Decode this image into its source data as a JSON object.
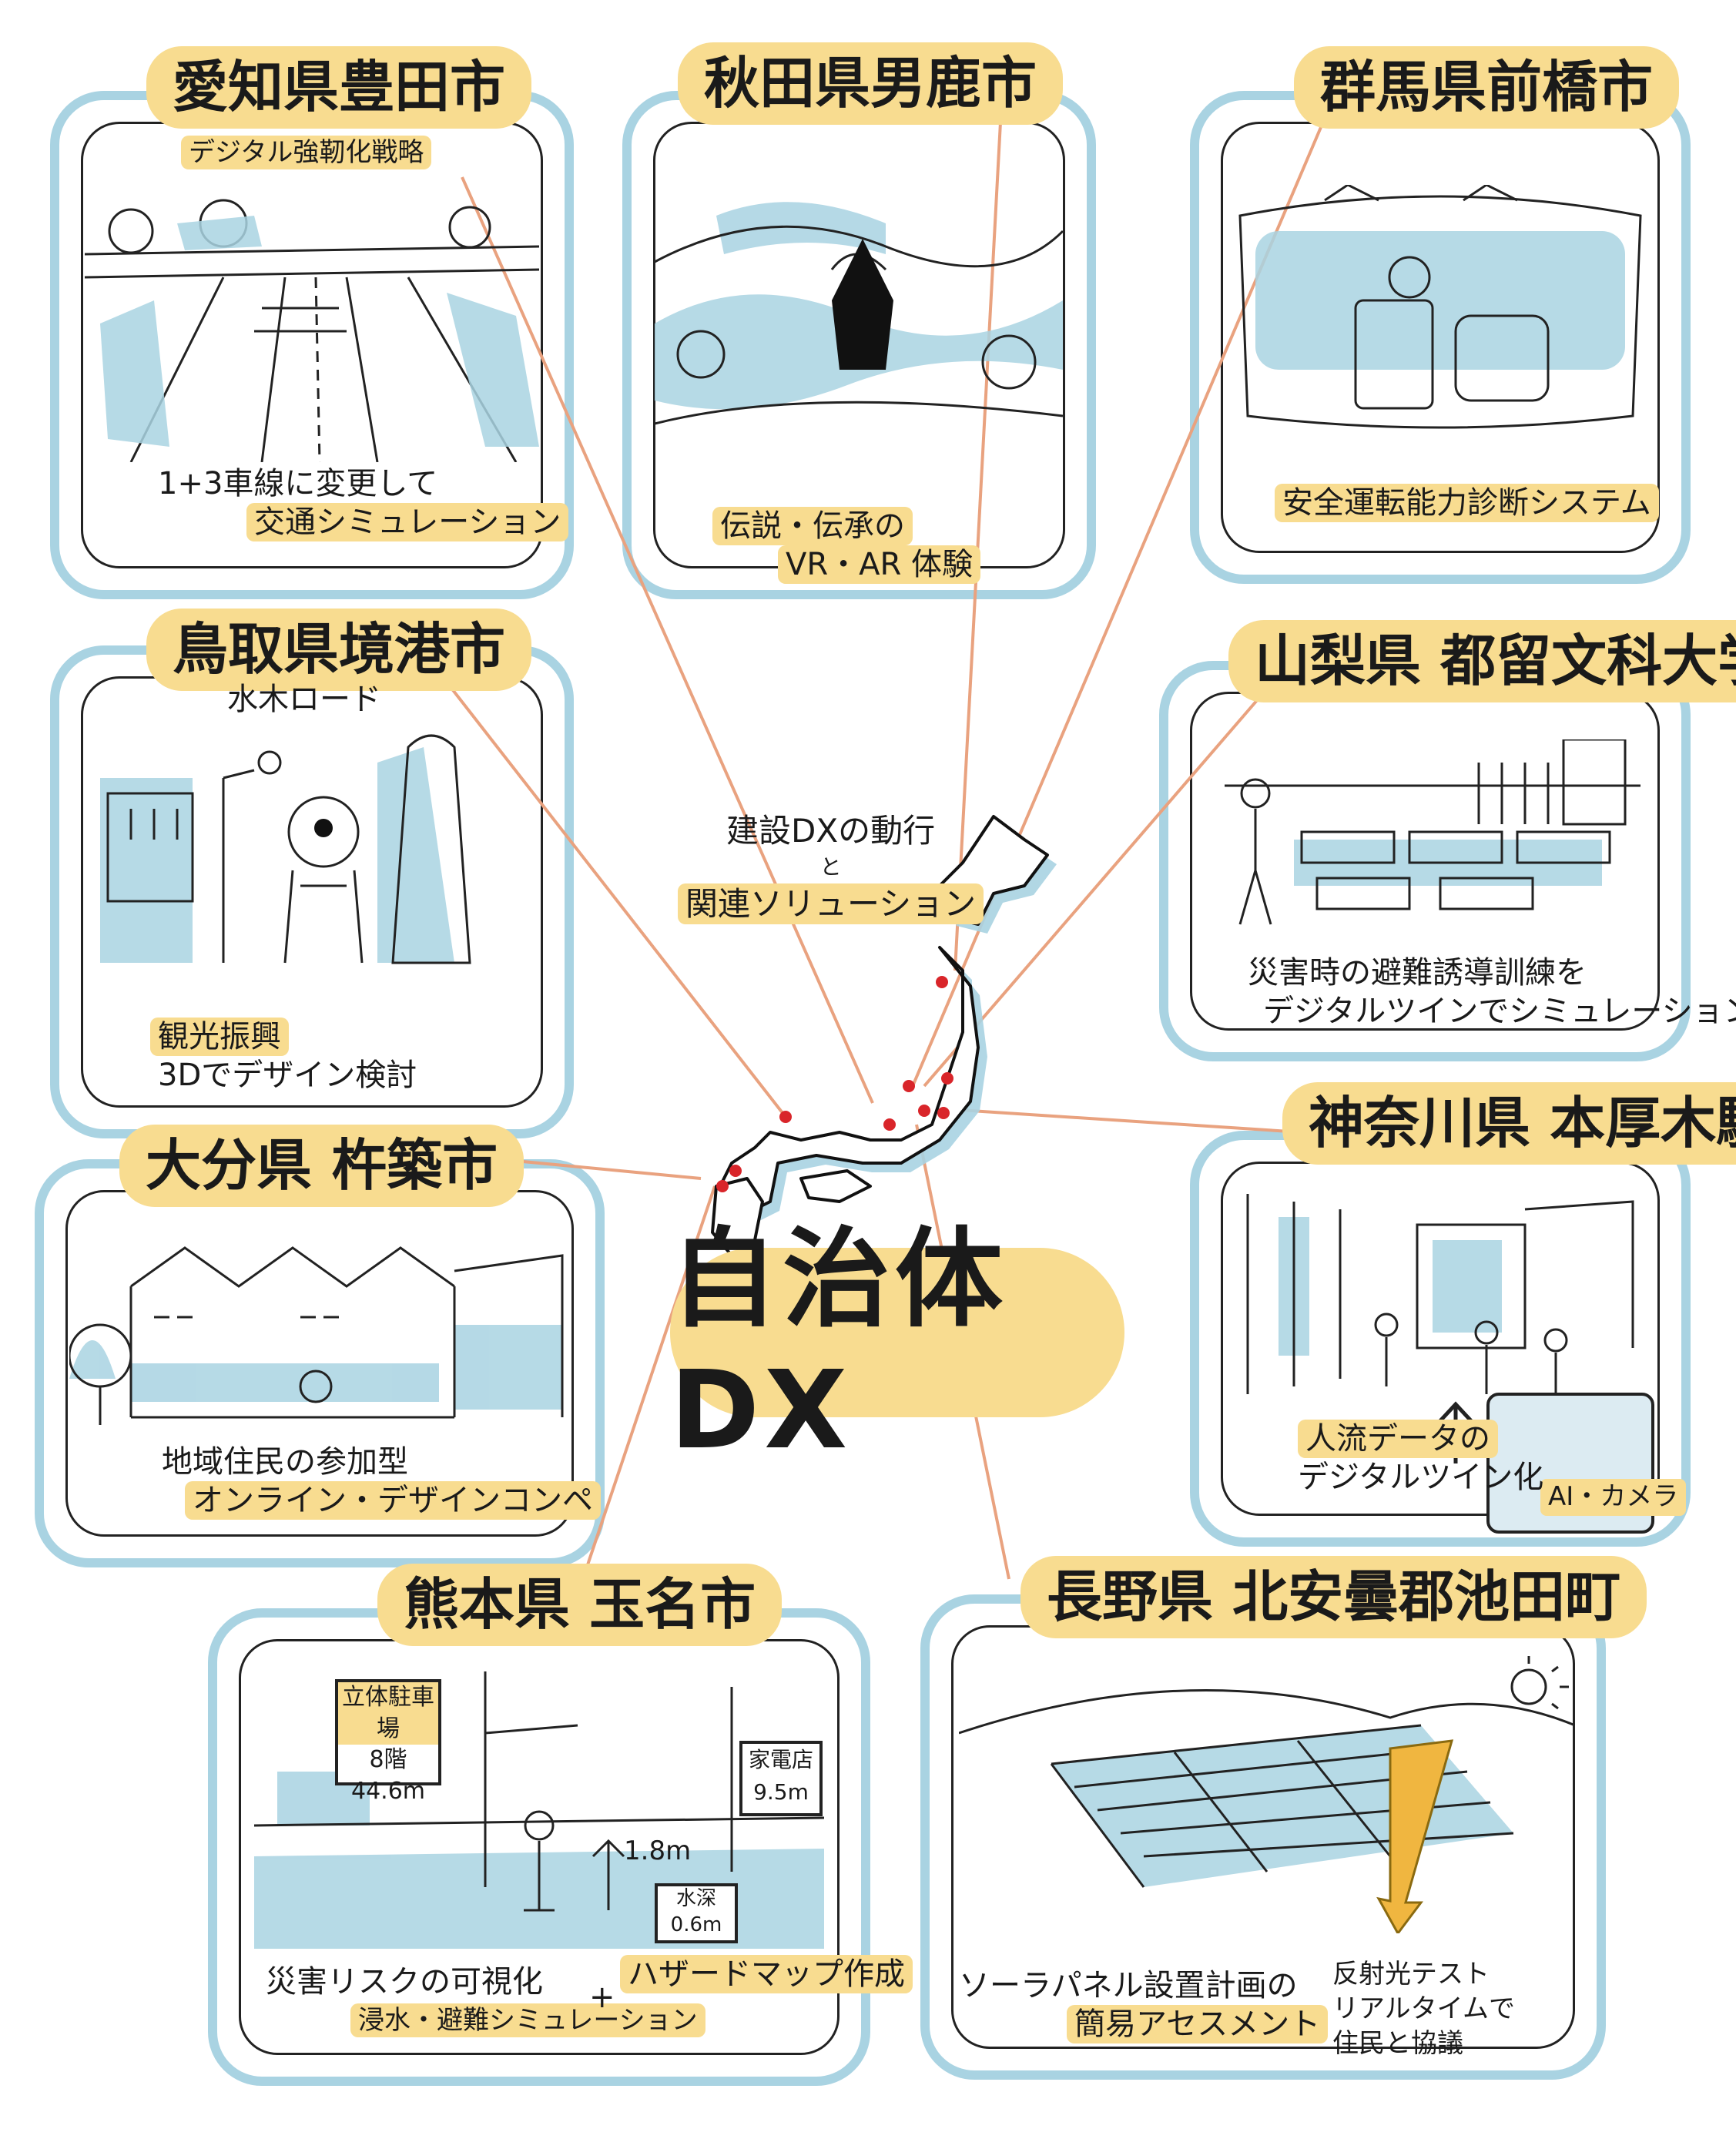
{
  "center_title": "自治体DX",
  "hub": {
    "line1": "建設DXの動行",
    "connector": "と",
    "line2": "関連ソリューション"
  },
  "panels": {
    "toyota": {
      "title": "愛知県豊田市",
      "subtitle": "デジタル強靭化戦略",
      "caption1": "1+3車線に変更して",
      "caption2": "交通シミュレーション"
    },
    "oga": {
      "title": "秋田県男鹿市",
      "caption1": "伝説・伝承の",
      "caption2": "VR・AR 体験"
    },
    "maebashi": {
      "title": "群馬県前橋市",
      "caption1": "安全運転能力診断システム"
    },
    "sakaiminato": {
      "title": "鳥取県境港市",
      "subtitle": "水木ロード",
      "caption1": "観光振興",
      "caption2": "3Dでデザイン検討"
    },
    "tsuru": {
      "title": "山梨県 都留文科大学",
      "caption1": "災害時の避難誘導訓練を",
      "caption2": "デジタルツインでシミュレーション"
    },
    "kitsuki": {
      "title": "大分県 杵築市",
      "caption1": "地域住民の参加型",
      "caption2": "オンライン・デザインコンペ"
    },
    "honatsugi": {
      "title": "神奈川県 本厚木駅",
      "caption1": "人流データの",
      "caption2": "デジタルツイン化",
      "camera_label": "AI・カメラ"
    },
    "tamana": {
      "title": "熊本県 玉名市",
      "sign1_l1": "立体駐車場",
      "sign1_l2": "8階",
      "sign1_l3": "44.6m",
      "sign2_l1": "家電店",
      "sign2_l2": "9.5m",
      "height_label": "1.8m",
      "water_l1": "水深",
      "water_l2": "0.6m",
      "caption1": "災害リスクの可視化",
      "caption2": "浸水・避難シミュレーション",
      "plus": "+",
      "caption3": "ハザードマップ作成"
    },
    "ikeda": {
      "title": "長野県 北安曇郡池田町",
      "caption1": "ソーラパネル設置計画の",
      "caption2": "簡易アセスメント",
      "caption3": "反射光テスト",
      "caption4": "リアルタイムで",
      "caption5": "住民と協議"
    }
  },
  "colors": {
    "panel_border": "#a9d3e2",
    "highlight": "#f8dc90",
    "leader_line": "#e9a27f",
    "marker": "#d9252a"
  }
}
